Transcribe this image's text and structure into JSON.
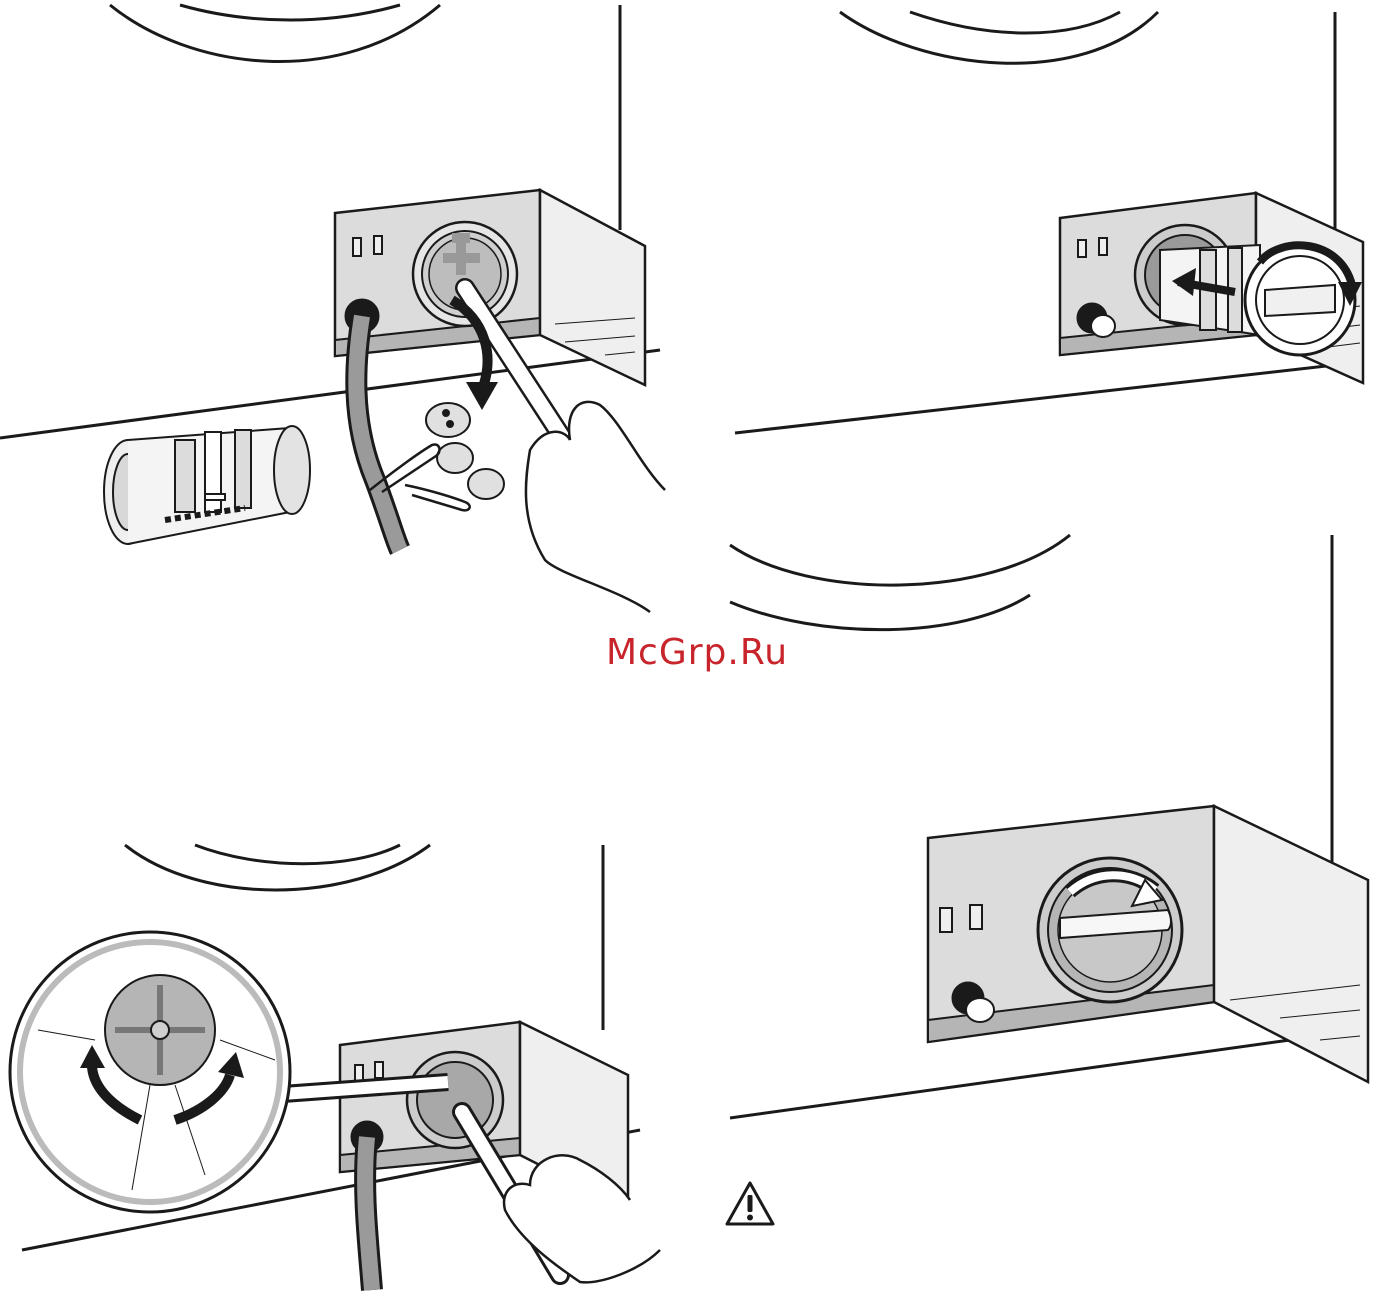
{
  "watermark": {
    "text": "McGrp.Ru",
    "color": "#c8242b"
  },
  "palette": {
    "line": "#1a1a1a",
    "panel": "#dcdcdc",
    "panel_dark": "#b5b5b5",
    "door": "#efefef",
    "hose": "#9a9a9a",
    "filter_face": "#cfcfcf",
    "arrow": "#1a1a1a"
  },
  "panels": [
    {
      "id": "step-remove-filter-clean",
      "description_icons": [
        "filter-cartridge-icon",
        "buttons-icon",
        "paperclip-icon",
        "coin-icon",
        "screwdriver-icon",
        "hand-icon",
        "curved-arrow-icon"
      ]
    },
    {
      "id": "step-insert-filter",
      "description_icons": [
        "filter-insert-icon",
        "insert-arrow-icon",
        "rotate-arrow-icon"
      ]
    },
    {
      "id": "step-check-impeller",
      "description_icons": [
        "impeller-zoom-icon",
        "rotate-left-arrow-icon",
        "rotate-right-arrow-icon",
        "hand-icon"
      ]
    },
    {
      "id": "step-close-filter",
      "description_icons": [
        "filter-cap-icon",
        "rotate-arrow-icon"
      ]
    }
  ],
  "warning": {
    "icon": "warning-triangle-icon"
  }
}
